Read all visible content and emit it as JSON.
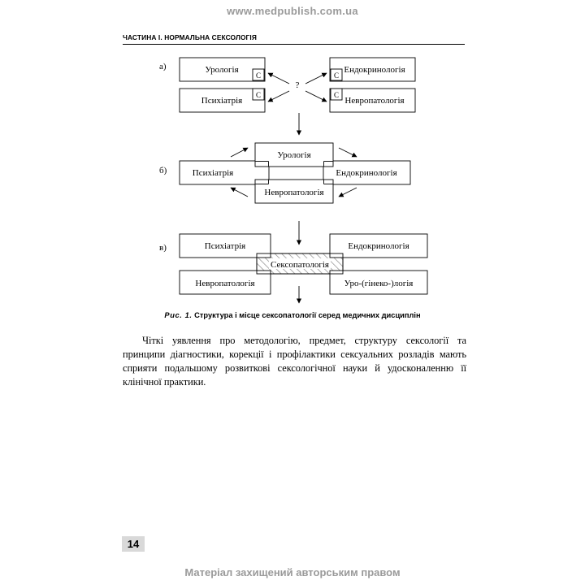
{
  "header": {
    "site": "www.medpublish.com.ua",
    "running_head": "ЧАСТИНА І. НОРМАЛЬНА СЕКСОЛОГІЯ"
  },
  "figure": {
    "panel_a": {
      "label": "а)",
      "boxes": [
        "Урологія",
        "Психіатрія",
        "Ендокринологія",
        "Невропатологія"
      ],
      "connector": "С",
      "question": "?"
    },
    "panel_b": {
      "label": "б)",
      "boxes": [
        "Урологія",
        "Психіатрія",
        "Ендокринологія",
        "Невропатологія"
      ]
    },
    "panel_c": {
      "label": "в)",
      "boxes": [
        "Психіатрія",
        "Ендокринологія",
        "Невропатологія",
        "Уро-(гінеко-)логія"
      ],
      "center": "Сексопатологія"
    },
    "caption_prefix": "Рис. 1.",
    "caption_text": "Структура і місце сексопатології серед медичних дисциплін"
  },
  "body": {
    "paragraph": "Чіткі уявлення про методологію, предмет, структуру сексології та принципи діагностики, корекції і профілактики сексуальних розладів мають сприяти подальшому розвиткові сексологічної науки й удосконаленню її клінічної практики."
  },
  "footer": {
    "page_number": "14",
    "copyright": "Матеріал захищений авторським правом"
  }
}
